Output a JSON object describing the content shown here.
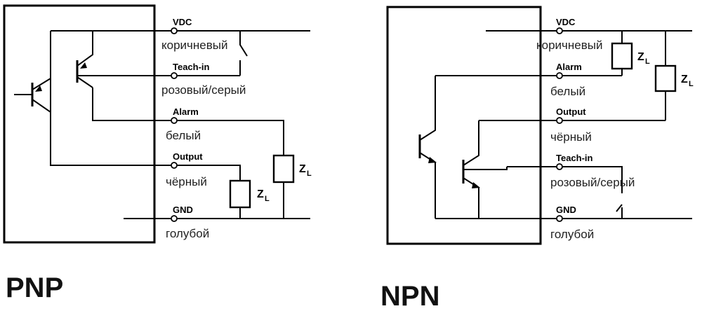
{
  "pnp": {
    "title": "PNP",
    "terminals": [
      {
        "id": "vdc",
        "pin": "VDC",
        "color": "коричневый"
      },
      {
        "id": "teach",
        "pin": "Teach-in",
        "color": "розовый/серый"
      },
      {
        "id": "alarm",
        "pin": "Alarm",
        "color": "белый"
      },
      {
        "id": "output",
        "pin": "Output",
        "color": "чёрный"
      },
      {
        "id": "gnd",
        "pin": "GND",
        "color": "голубой"
      }
    ],
    "loads": [
      {
        "label": "Z",
        "sub": "L"
      },
      {
        "label": "Z",
        "sub": "L"
      }
    ]
  },
  "npn": {
    "title": "NPN",
    "terminals": [
      {
        "id": "vdc",
        "pin": "VDC",
        "color": "коричневый"
      },
      {
        "id": "alarm",
        "pin": "Alarm",
        "color": "белый"
      },
      {
        "id": "output",
        "pin": "Output",
        "color": "чёрный"
      },
      {
        "id": "teach",
        "pin": "Teach-in",
        "color": "розовый/серый"
      },
      {
        "id": "gnd",
        "pin": "GND",
        "color": "голубой"
      }
    ],
    "loads": [
      {
        "label": "Z",
        "sub": "L"
      },
      {
        "label": "Z",
        "sub": "L"
      }
    ]
  }
}
